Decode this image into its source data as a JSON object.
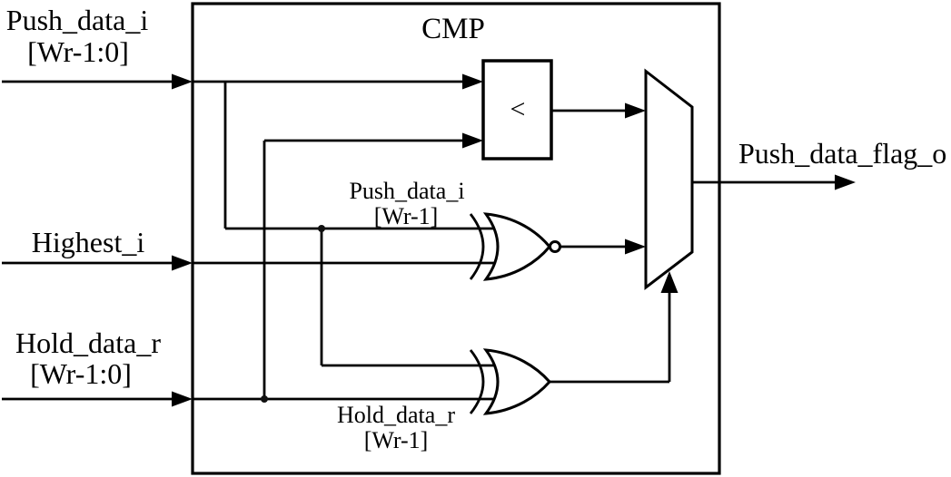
{
  "diagram": {
    "module_title": "CMP",
    "comparator_symbol": "<",
    "inputs": [
      {
        "name": "Push_data_i",
        "bus": "[Wr-1:0]"
      },
      {
        "name": "Highest_i"
      },
      {
        "name": "Hold_data_r",
        "bus": "[Wr-1:0]"
      }
    ],
    "output": {
      "name": "Push_data_flag_o"
    },
    "xnor_input_label": {
      "signal": "Push_data_i",
      "bit": "[Wr-1]"
    },
    "xor_input_label": {
      "signal": "Hold_data_r",
      "bit": "[Wr-1]"
    },
    "colors": {
      "line": "#000000",
      "background": "#ffffff"
    }
  }
}
